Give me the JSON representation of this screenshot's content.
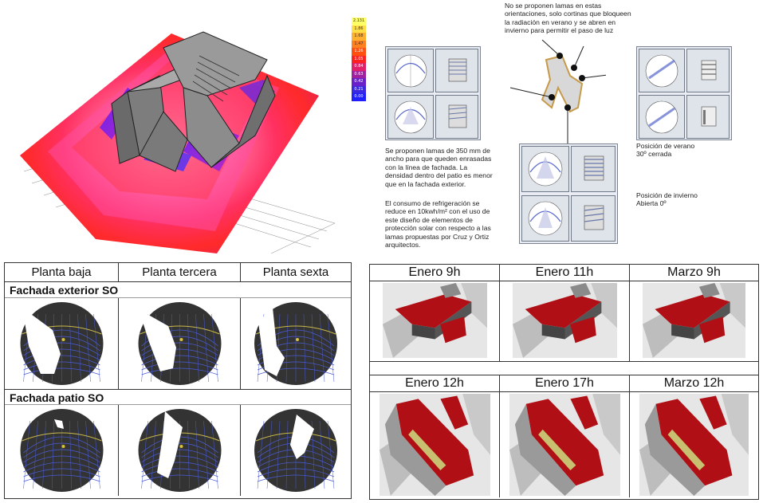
{
  "legend": {
    "values": [
      "2.131",
      "1.86",
      "1.68",
      "1.47",
      "1.26",
      "1.05",
      "0.84",
      "0.63",
      "0.42",
      "0.21",
      "0.00"
    ],
    "colors": [
      "#ffff66",
      "#ffdd44",
      "#ffb030",
      "#ff8020",
      "#ff5010",
      "#ff2020",
      "#e0206a",
      "#a020a0",
      "#6a20c8",
      "#3a28e0",
      "#2020ff"
    ]
  },
  "notes": {
    "top": "No se proponen lamas en estas orientaciones, solo cortinas que bloqueen la radiación en verano y se abren en invierno para permitir el paso de luz",
    "left": "Se proponen lamas de 350 mm de ancho para que queden enrasadas con la línea de fachada. La densidad dentro del patio es menor que en la fachada exterior.",
    "consumo": "El consumo de refrigeración se reduce en 10kwh/m² con el uso de este diseño de elementos de protección solar con respecto a las lamas propuestas por Cruz y Ortiz arquitectos.",
    "verano": "Posición de verano\n30º cerrada",
    "invierno": "Posición de invierno\nAbierta 0º"
  },
  "left_table": {
    "columns": [
      "Planta baja",
      "Planta tercera",
      "Planta sexta"
    ],
    "sections": [
      "Fachada exterior SO",
      "Fachada patio SO"
    ]
  },
  "right_table": {
    "row1": [
      "Enero 9h",
      "Enero 11h",
      "Marzo 9h"
    ],
    "row2": [
      "Enero 12h",
      "Enero 17h",
      "Marzo 12h"
    ]
  },
  "colors": {
    "roof_red": "#b01015",
    "stereo_bg": "#333333",
    "building_gray": "#8a8a8a"
  }
}
